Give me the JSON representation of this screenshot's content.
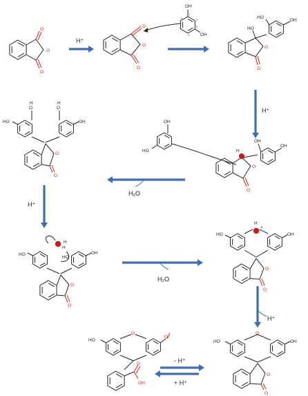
{
  "labels": {
    "h_plus_step1": "H⁺",
    "h_plus_step2": "H⁺",
    "h_plus_step3": "H⁺",
    "h_plus_step4": "H⁺",
    "water_1": "H₂O",
    "water_2": "H₂O",
    "minus_h_plus": "- H⁺",
    "plus_h_plus": "+ H⁺"
  },
  "atoms": {
    "oh": "OH",
    "ho": "HO",
    "o": "O",
    "h": "H",
    "plus": "+"
  },
  "resorcinol_numbering": [
    "6",
    "1",
    "2",
    "3",
    "4",
    "5"
  ],
  "colors": {
    "arrow": "#3d6db5",
    "oxygen": "#d2281e",
    "bond": "#222222",
    "cation_dot": "#cc1a1a"
  }
}
